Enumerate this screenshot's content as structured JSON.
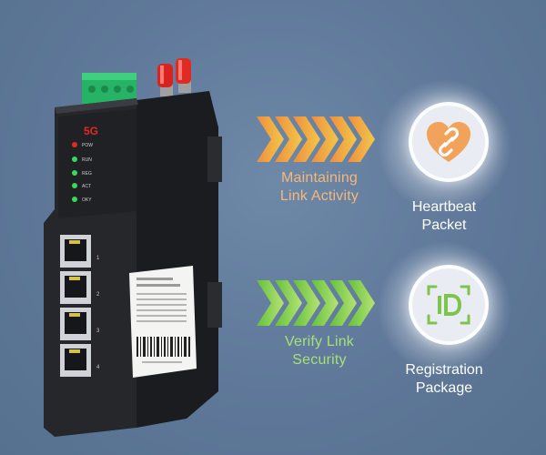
{
  "flows": {
    "maintain": {
      "line1": "Maintaining",
      "line2": "Link Activity"
    },
    "verify": {
      "line1": "Verify Link",
      "line2": "Security"
    }
  },
  "badges": {
    "heartbeat": {
      "line1": "Heartbeat",
      "line2": "Packet"
    },
    "registration": {
      "line1": "Registration",
      "line2": "Package"
    }
  },
  "router": {
    "logo": "5G",
    "leds": [
      "POW",
      "RUN",
      "REG",
      "ACT",
      "OKY"
    ],
    "port_numbers": [
      "1",
      "2",
      "3",
      "4"
    ]
  },
  "colors": {
    "background": "#5f7899",
    "maintain_text": "#f4b87a",
    "verify_text": "#a7e07a",
    "heartbeat_icon": "#f2a35b",
    "registration_icon": "#7cc44a"
  },
  "icons": {
    "heartbeat": "heart-link-icon",
    "registration": "id-card-icon"
  }
}
